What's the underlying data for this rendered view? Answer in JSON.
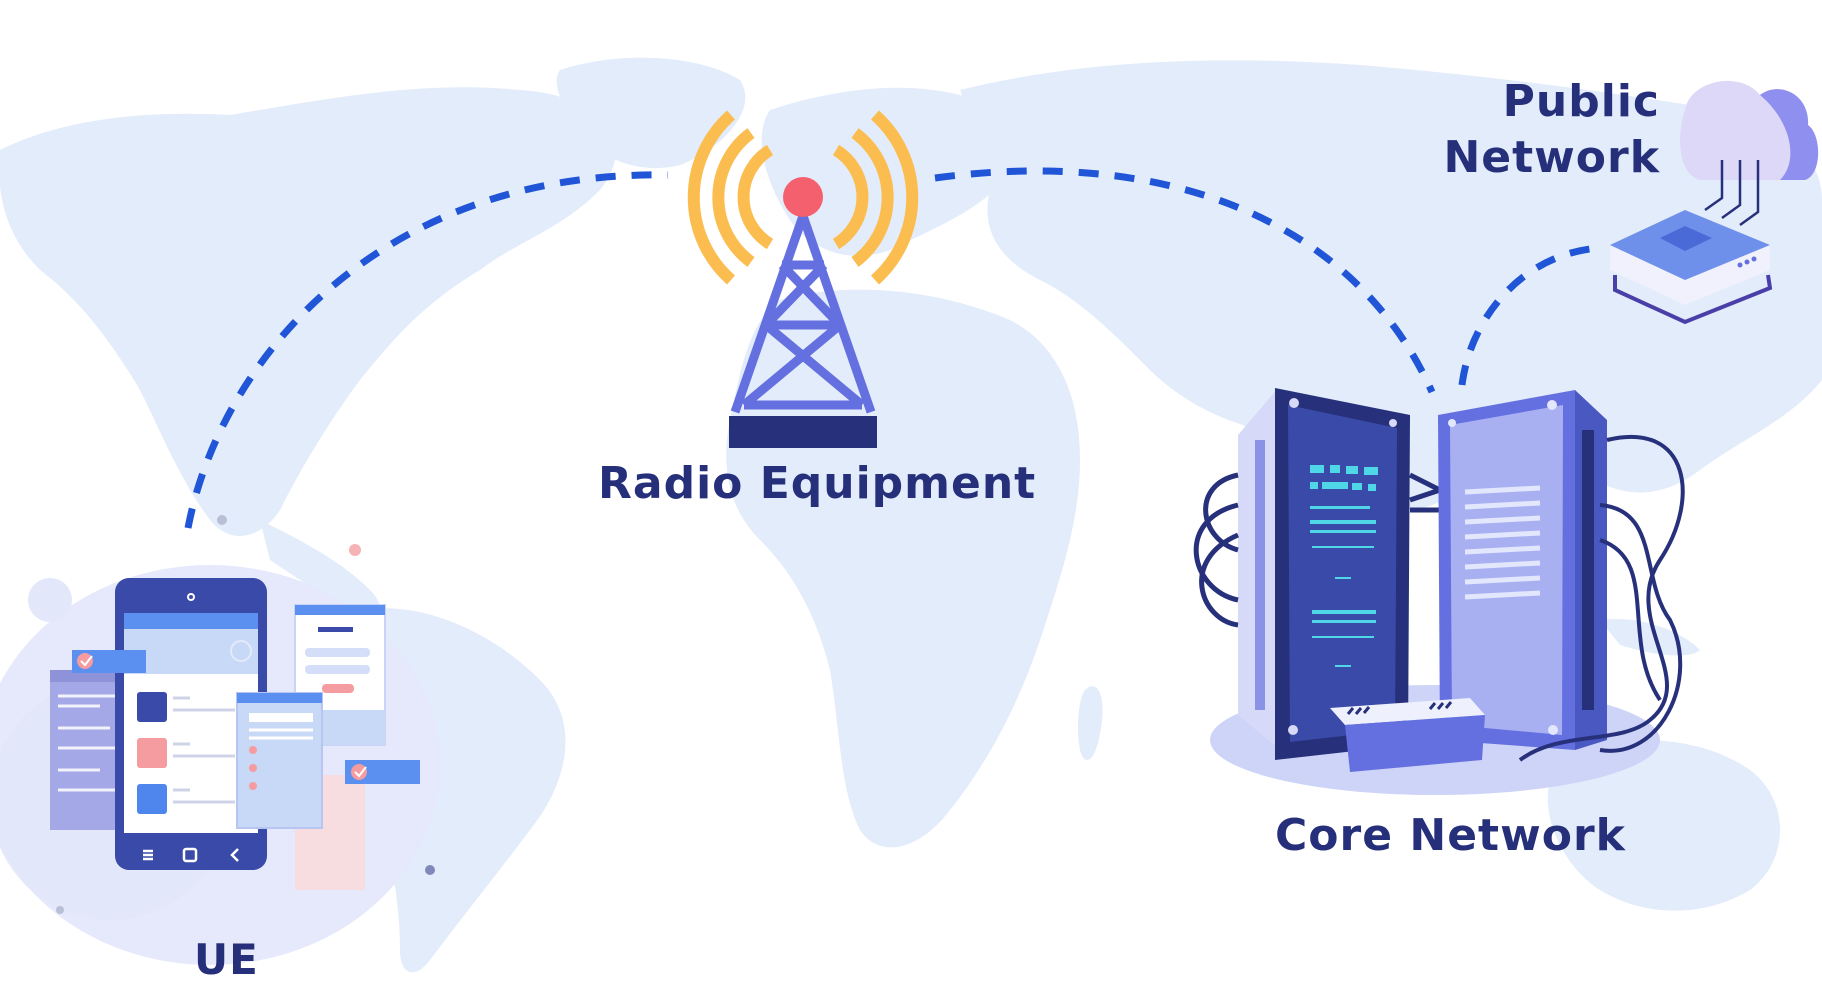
{
  "diagram": {
    "type": "network-architecture",
    "nodes": [
      {
        "id": "ue",
        "label": "UE",
        "icon": "smartphone-app-screens-icon"
      },
      {
        "id": "radio",
        "label": "Radio Equipment",
        "icon": "radio-tower-icon"
      },
      {
        "id": "core",
        "label": "Core Network",
        "icon": "server-rack-icon"
      },
      {
        "id": "public",
        "label_line1": "Public",
        "label_line2": "Network",
        "icon": "cloud-router-icon"
      }
    ],
    "links": [
      {
        "from": "ue",
        "to": "radio",
        "style": "dashed"
      },
      {
        "from": "radio",
        "to": "core",
        "style": "dashed"
      },
      {
        "from": "core",
        "to": "public",
        "style": "dashed"
      }
    ]
  },
  "labels": {
    "ue": "UE",
    "radio": "Radio Equipment",
    "core": "Core Network",
    "public_line1": "Public",
    "public_line2": "Network"
  },
  "colors": {
    "label_text": "#26307a",
    "dashed_link": "#1f55d6",
    "map_land": "#e3ecfb",
    "tower": "#6470e0",
    "tower_base": "#27307a",
    "tower_beacon": "#f4606e",
    "signal_waves": "#fbbd4f",
    "server_dark": "#2f3a8f",
    "server_light": "#a9b0f2",
    "server_led": "#4fd7e8",
    "phone_body": "#3a4aa8",
    "phone_header": "#5b8ff0",
    "accent_pink": "#f59ca0"
  }
}
